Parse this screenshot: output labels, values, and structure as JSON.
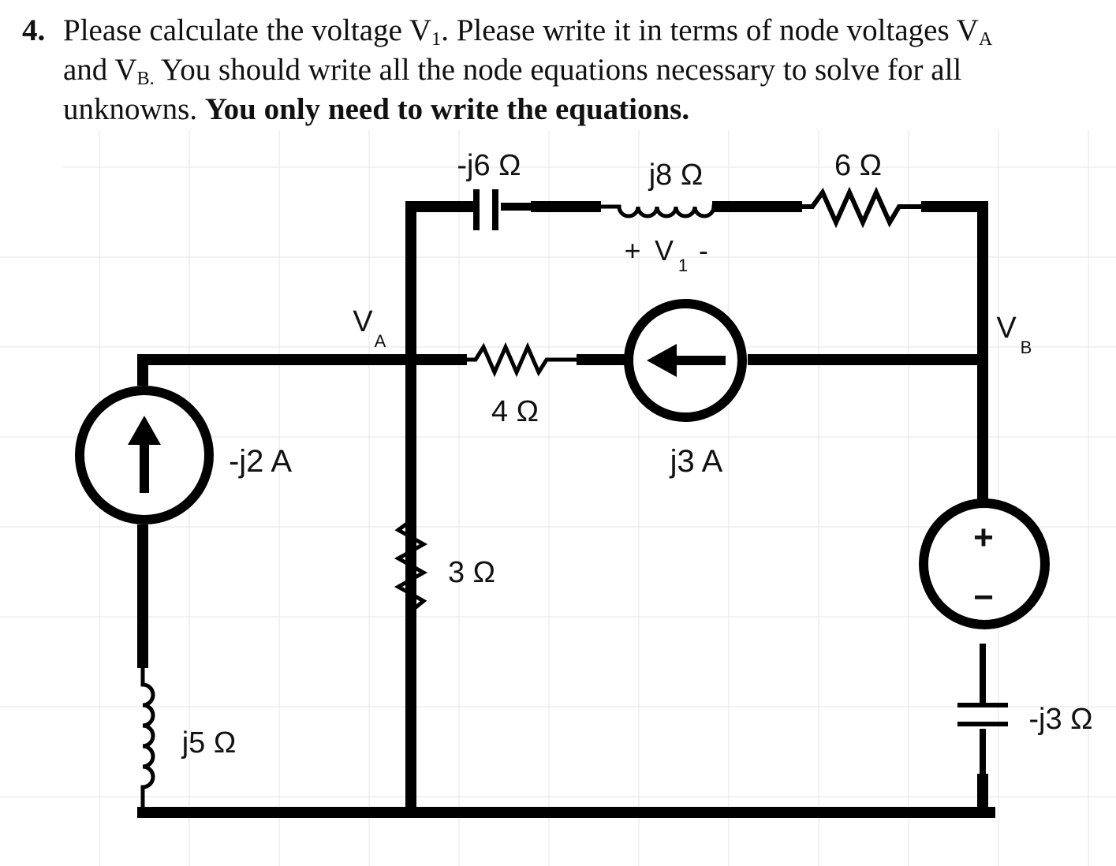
{
  "question": {
    "number": "4.",
    "line1_a": "Please calculate the voltage V",
    "line1_sub": "1",
    "line1_b": ". Please write it in terms of node voltages V",
    "line1_sub2": "A",
    "line2_a": "and V",
    "line2_sub": "B.",
    "line2_b": " You should write all the node equations necessary to solve for all",
    "line3_a": "unknowns. ",
    "line3_bold": "You only need to write the equations."
  },
  "circuit": {
    "cap_top": "-j6 Ω",
    "ind_top": "j8 Ω",
    "res_top": "6 Ω",
    "v1_plus": "+",
    "v1_v": "V",
    "v1_sub": "1",
    "v1_minus": "-",
    "node_a_v": "V",
    "node_a_sub": "A",
    "node_b_v": "V",
    "node_b_sub": "B",
    "res_mid": "4 Ω",
    "cur_mid": "j3 A",
    "cur_left": "-j2 A",
    "res_3": "3 Ω",
    "ind_left": "j5 Ω",
    "cap_right": "-j3 Ω",
    "vs_plus": "+",
    "vs_minus": "−"
  }
}
